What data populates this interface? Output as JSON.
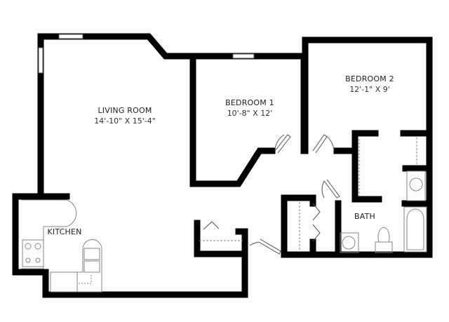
{
  "rooms": {
    "living": {
      "name": "LIVING ROOM",
      "dimensions": "14'-10\" X 15'-4\""
    },
    "bedroom1": {
      "name": "BEDROOM 1",
      "dimensions": "10'-8\" X 12'"
    },
    "bedroom2": {
      "name": "BEDROOM 2",
      "dimensions": "12'-1\" X 9'"
    },
    "kitchen": {
      "name": "KITCHEN"
    },
    "bath": {
      "name": "BATH"
    }
  },
  "colors": {
    "wall": "#000000",
    "fixture": "#888888",
    "background": "#fdfdfd"
  }
}
